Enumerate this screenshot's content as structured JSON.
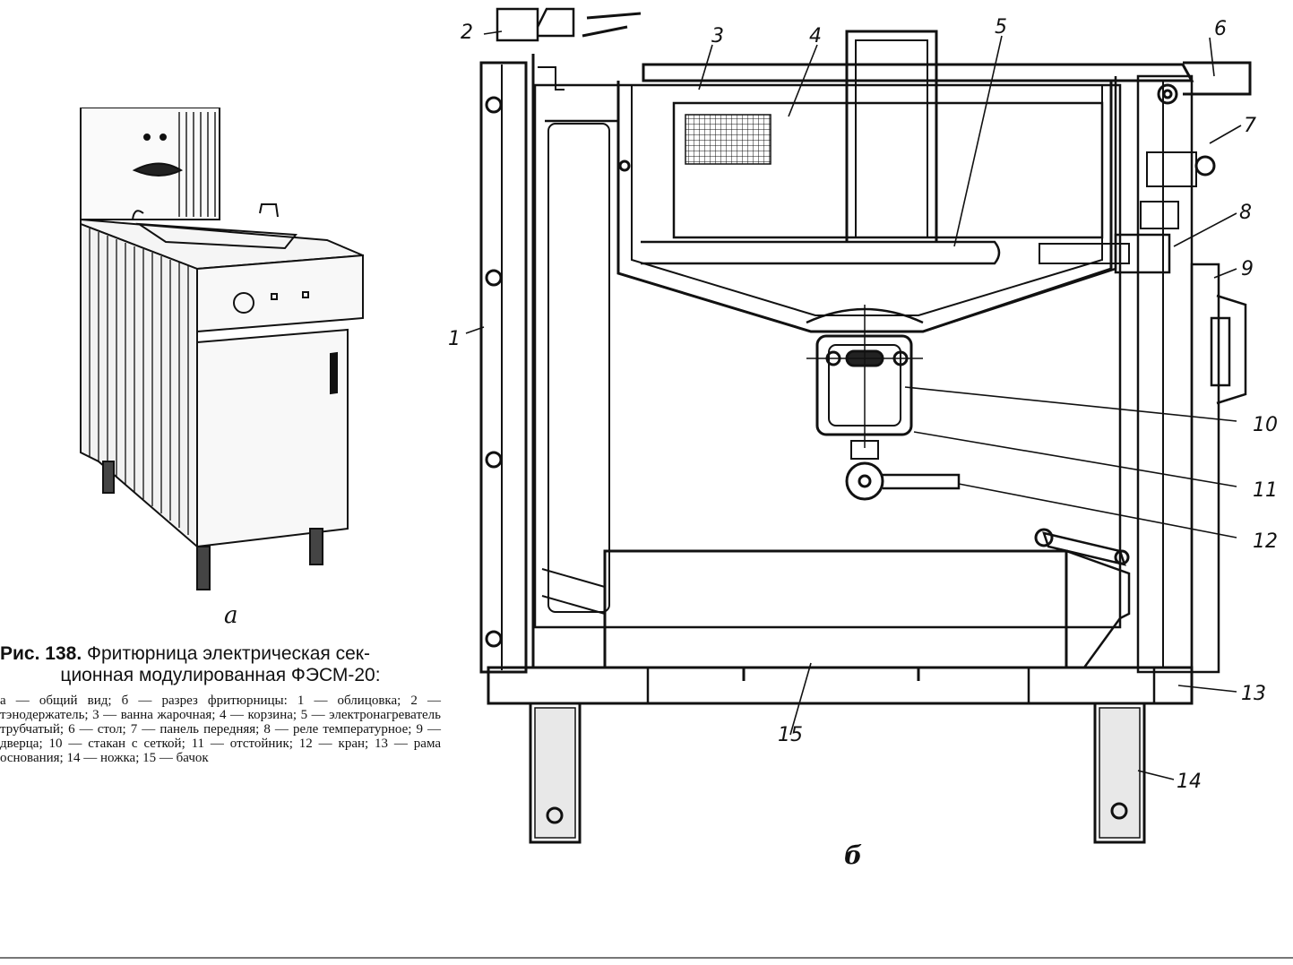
{
  "caption": {
    "fig_prefix": "Рис.",
    "fig_number": "138.",
    "title_line1": "Фритюрница электрическая сек-",
    "title_line2": "ционная модулированная ФЭСМ-20:",
    "legend": "а — общий вид; б — разрез фритюрницы: 1 — облицовка; 2 — тэнодержатель; 3 — ванна жарочная; 4 — корзина; 5 — электронагреватель трубчатый; 6 — стол; 7 — панель передняя; 8 — реле температурное; 9 — дверца; 10 — стакан с сеткой; 11 — отстойник; 12 — кран; 13 — рама основания; 14 — ножка; 15 — бачок"
  },
  "subfigure_labels": {
    "a": "а",
    "b": "б"
  },
  "callouts": {
    "c1": "1",
    "c2": "2",
    "c3": "3",
    "c4": "4",
    "c5": "5",
    "c6": "6",
    "c7": "7",
    "c8": "8",
    "c9": "9",
    "c10": "10",
    "c11": "11",
    "c12": "12",
    "c13": "13",
    "c14": "14",
    "c15": "15"
  }
}
